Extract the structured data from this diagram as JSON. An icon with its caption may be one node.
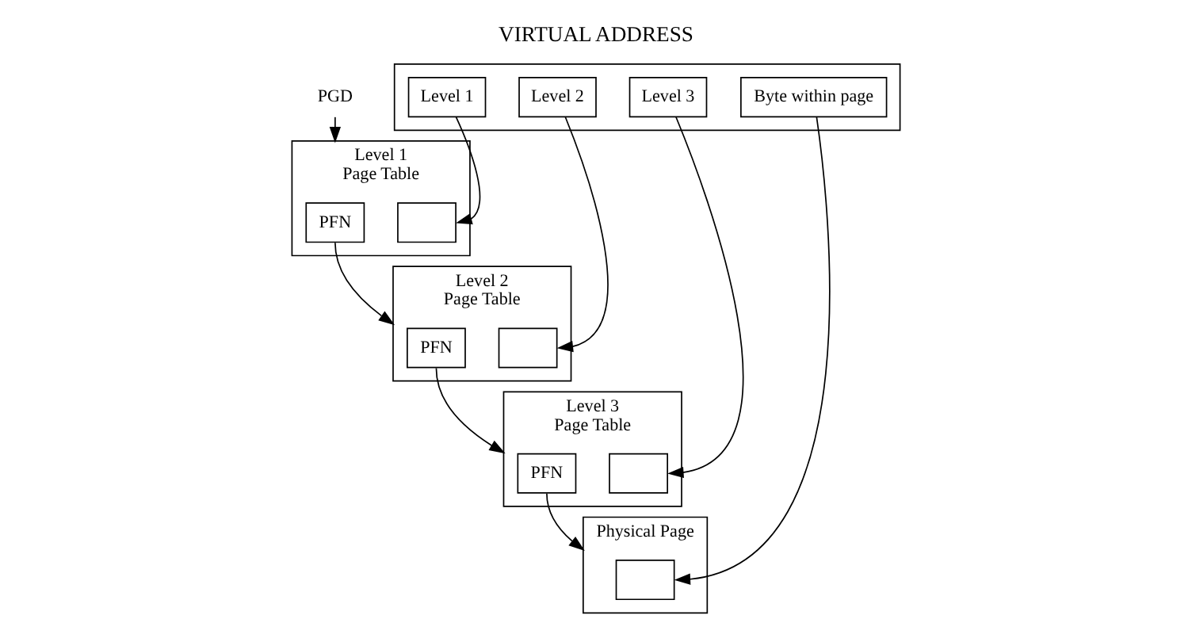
{
  "diagram": {
    "title": "VIRTUAL ADDRESS",
    "nodes": [
      {
        "text": [],
        "shape": "box"
      },
      {
        "text": [
          "Level 1"
        ],
        "in": 0
      },
      {
        "text": [
          "Level 2"
        ],
        "in": 0
      },
      {
        "text": [
          "Level 3"
        ],
        "in": 0
      },
      {
        "text": [
          "Byte within page"
        ],
        "in": 0
      },
      {
        "text": [
          "Level 1",
          "Page Table"
        ]
      },
      {
        "text": [
          "PFN"
        ],
        "in": 5
      },
      {
        "text": [],
        "shape": "box",
        "in": 5
      },
      {
        "text": [
          "Level 2",
          "Page Table"
        ]
      },
      {
        "text": [
          "PFN"
        ],
        "in": 8
      },
      {
        "text": [],
        "shape": "box",
        "in": 8
      },
      {
        "text": [
          "Level 3",
          "Page Table"
        ]
      },
      {
        "text": [
          "PFN"
        ],
        "in": 11
      },
      {
        "text": [],
        "shape": "box",
        "in": 11
      },
      {
        "text": [
          "Physical Page"
        ]
      },
      {
        "text": [],
        "shape": "box",
        "in": 14
      },
      {
        "text": [
          "PGD"
        ]
      }
    ],
    "edges": [
      {
        "from": 1,
        "to": 7,
        "arrow": "to"
      },
      {
        "from": 2,
        "to": 10,
        "arrow": "to"
      },
      {
        "from": 3,
        "to": 13,
        "arrow": "to"
      },
      {
        "from": 4,
        "to": 15,
        "arrow": "to"
      },
      {
        "from": 16,
        "to": 5,
        "arrow": "to"
      },
      {
        "from": 6,
        "to": 8,
        "arrow": "to"
      },
      {
        "from": 9,
        "to": 11,
        "arrow": "to"
      },
      {
        "from": 12,
        "to": 14,
        "arrow": "to"
      }
    ]
  }
}
